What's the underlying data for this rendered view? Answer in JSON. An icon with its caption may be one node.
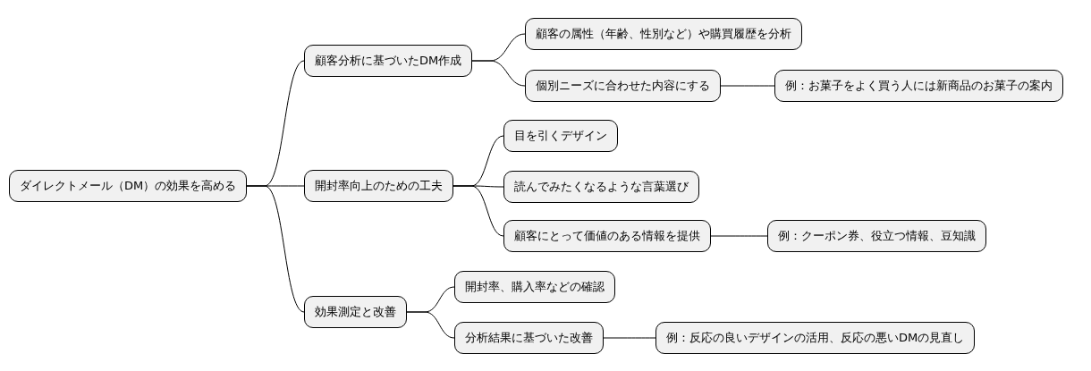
{
  "diagram": {
    "nodes": [
      {
        "text": [
          "ダイレクトメール（DM）の効果を高める"
        ]
      },
      {
        "text": [
          "顧客分析に基づいたDM作成"
        ]
      },
      {
        "text": [
          "顧客の属性（年齢、性別など）や購買履歴を分析"
        ]
      },
      {
        "text": [
          "個別ニーズに合わせた内容にする"
        ]
      },
      {
        "text": [
          "例：お菓子をよく買う人には新商品のお菓子の案内"
        ]
      },
      {
        "text": [
          "開封率向上のための工夫"
        ]
      },
      {
        "text": [
          "目を引くデザイン"
        ]
      },
      {
        "text": [
          "読んでみたくなるような言葉選び"
        ]
      },
      {
        "text": [
          "顧客にとって価値のある情報を提供"
        ]
      },
      {
        "text": [
          "例：クーポン券、役立つ情報、豆知識"
        ]
      },
      {
        "text": [
          "効果測定と改善"
        ]
      },
      {
        "text": [
          "開封率、購入率などの確認"
        ]
      },
      {
        "text": [
          "分析結果に基づいた改善"
        ]
      },
      {
        "text": [
          "例：反応の良いデザインの活用、反応の悪いDMの見直し"
        ]
      }
    ],
    "edges": [
      {
        "from": 0,
        "to": 1,
        "arrow": "none"
      },
      {
        "from": 1,
        "to": 2,
        "arrow": "none"
      },
      {
        "from": 1,
        "to": 3,
        "arrow": "none"
      },
      {
        "from": 3,
        "to": 4,
        "arrow": "none"
      },
      {
        "from": 0,
        "to": 5,
        "arrow": "none"
      },
      {
        "from": 5,
        "to": 6,
        "arrow": "none"
      },
      {
        "from": 5,
        "to": 7,
        "arrow": "none"
      },
      {
        "from": 5,
        "to": 8,
        "arrow": "none"
      },
      {
        "from": 8,
        "to": 9,
        "arrow": "none"
      },
      {
        "from": 0,
        "to": 10,
        "arrow": "none"
      },
      {
        "from": 10,
        "to": 11,
        "arrow": "none"
      },
      {
        "from": 10,
        "to": 12,
        "arrow": "none"
      },
      {
        "from": 12,
        "to": 13,
        "arrow": "none"
      }
    ]
  }
}
